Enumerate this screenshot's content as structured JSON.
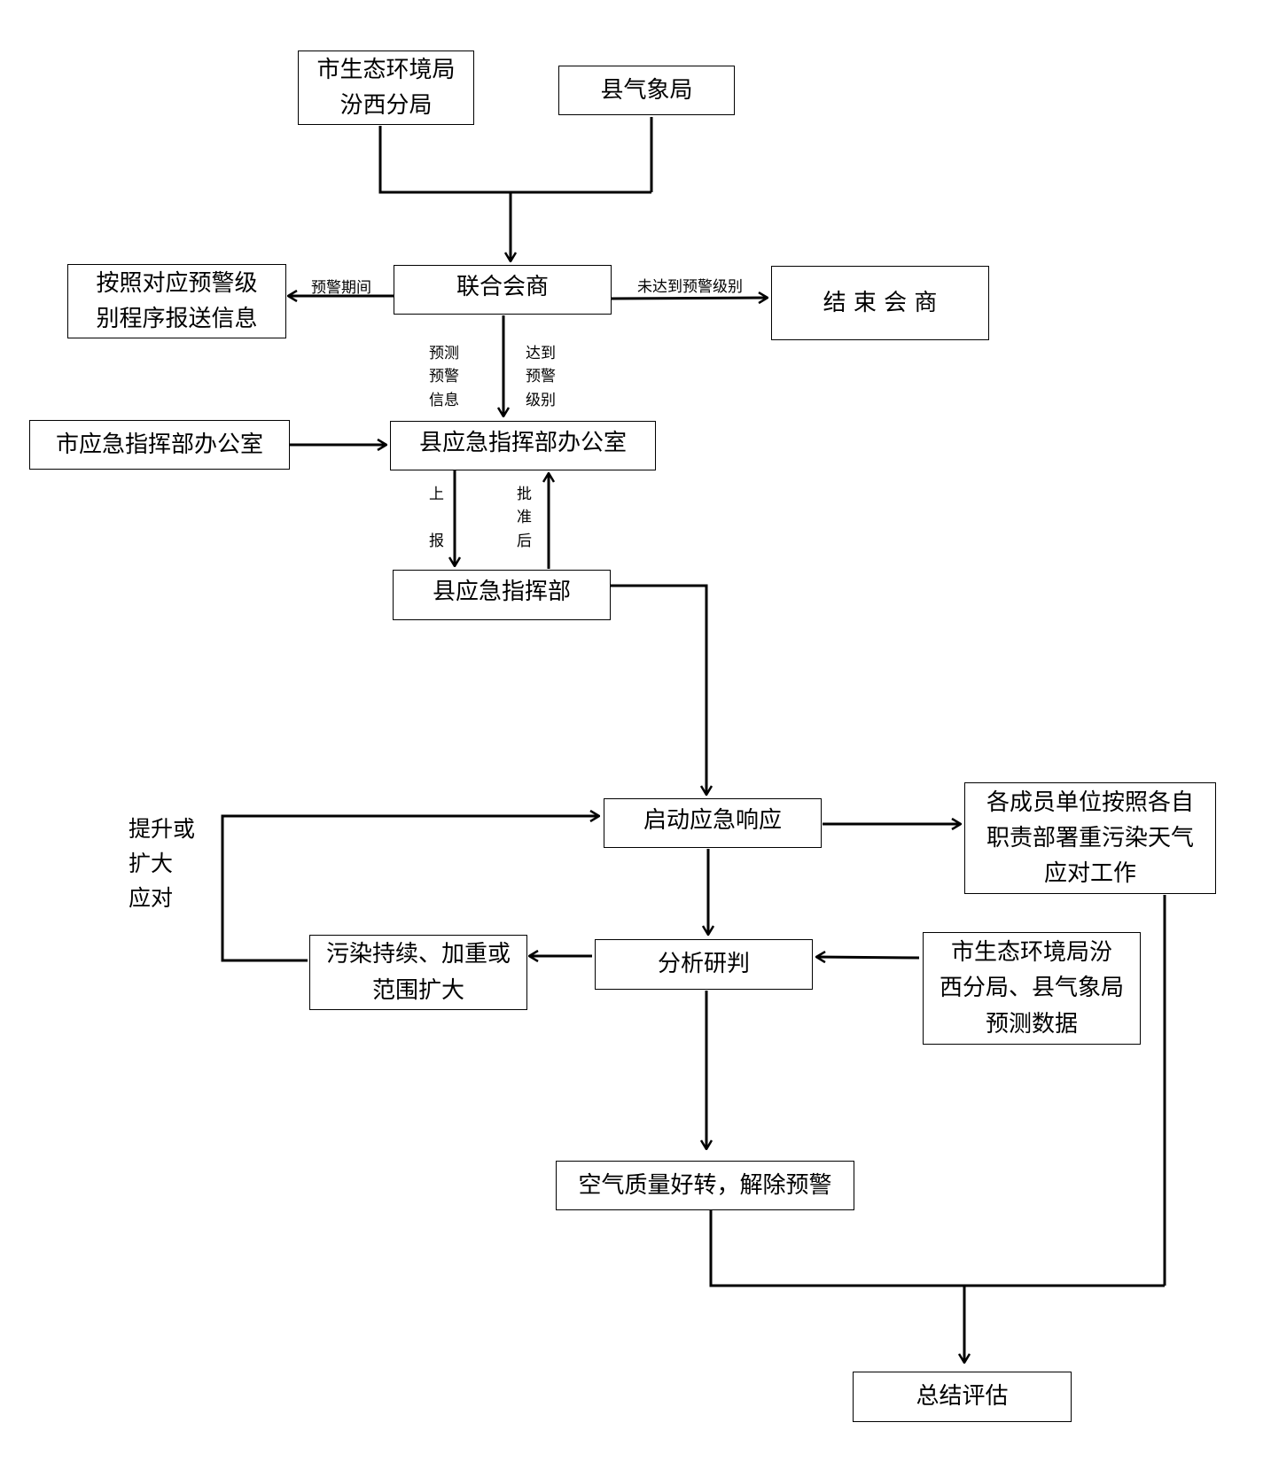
{
  "nodes": {
    "city_eco": "市生态环境局\n汾西分局",
    "county_meteo": "县气象局",
    "joint": "联合会商",
    "report_info": "按照对应预警级\n别程序报送信息",
    "end_consult": "结 束 会 商",
    "city_emergency": "市应急指挥部办公室",
    "county_office": "县应急指挥部办公室",
    "county_hq": "县应急指挥部",
    "launch": "启动应急响应",
    "members": "各成员单位按照各自\n职责部署重污染天气\n应对工作",
    "analyze": "分析研判",
    "pollution": "污染持续、加重或\n范围扩大",
    "forecast_data": "市生态环境局汾\n西分局、县气象局\n预测数据",
    "improve": "空气质量好转，解除预警",
    "summary": "总结评估"
  },
  "edge_labels": {
    "warning_period": "预警期间",
    "not_reached": "未达到预警级别",
    "forecast_info": "预测\n预警\n信息",
    "reached": "达到\n预警\n级别",
    "report_up": "上\n\n报",
    "after_approval": "批\n准\n后",
    "escalate": "提升或\n扩大\n应对"
  }
}
